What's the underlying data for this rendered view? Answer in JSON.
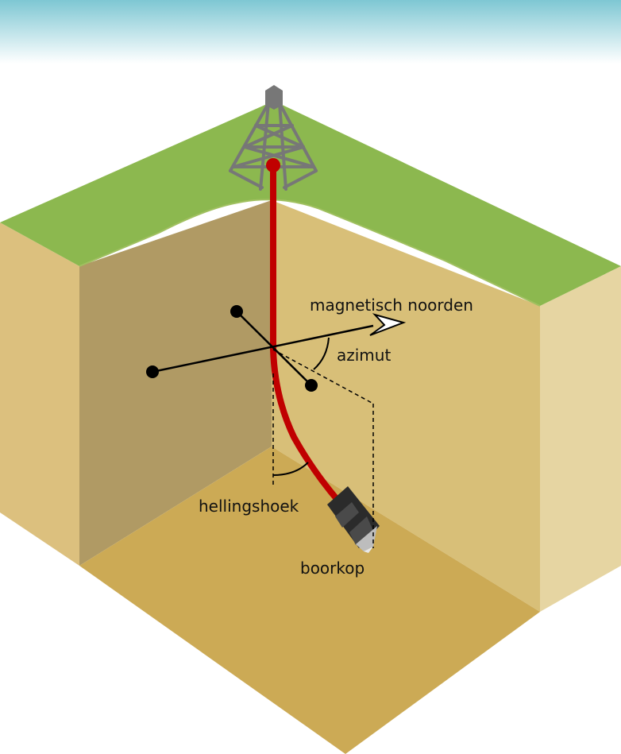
{
  "labels": {
    "north": "magnetisch noorden",
    "azimuth": "azimut",
    "inclination": "hellingshoek",
    "bit": "boorkop"
  },
  "colors": {
    "header_top": "#7ec7d3",
    "grass": "#8cb84f",
    "soil_back_left": "#b09a64",
    "soil_back_right": "#d8bf78",
    "soil_floor": "#ccaa55",
    "soil_front_left": "#dcc07e",
    "soil_front_right": "#e6d5a2",
    "drill_pipe": "#c00000",
    "derrick": "#777777",
    "drill_bit": "#2b2b2b"
  },
  "icons": {
    "derrick": "drilling-derrick-icon",
    "bit": "drill-bit-icon"
  }
}
